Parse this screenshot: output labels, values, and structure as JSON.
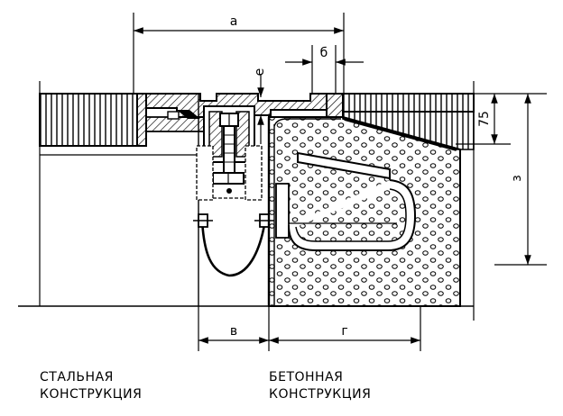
{
  "dimensions": {
    "a": "а",
    "b": "б",
    "e": "е",
    "v": "в",
    "g": "г",
    "z": "з",
    "d75": "75"
  },
  "captions": {
    "steel": {
      "line1": "СТАЛЬНАЯ",
      "line2": "КОНСТРУКЦИЯ"
    },
    "concrete": {
      "line1": "БЕТОННАЯ",
      "line2": "КОНСТРУКЦИЯ"
    }
  },
  "colors": {
    "ink": "#000000",
    "paper": "#ffffff"
  }
}
